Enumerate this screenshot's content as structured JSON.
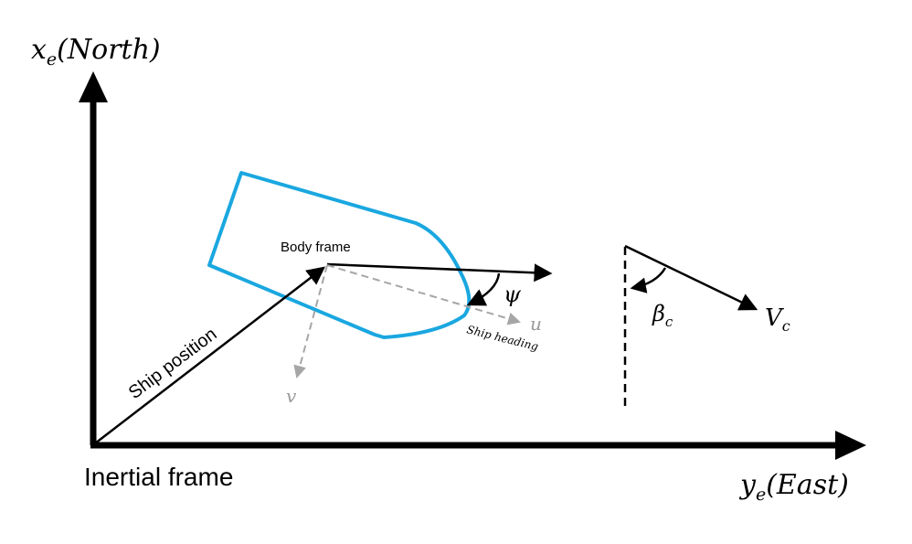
{
  "axes": {
    "north_symbol": "x",
    "north_sub": "e",
    "north_label": "(North)",
    "east_symbol": "y",
    "east_sub": "e",
    "east_label": "(East)"
  },
  "labels": {
    "inertial_frame": "Inertial frame",
    "body_frame": "Body frame",
    "ship_position": "Ship position",
    "ship_heading": "Ship heading",
    "u": "u",
    "v": "v",
    "psi": "ψ",
    "beta_symbol": "β",
    "beta_sub": "c",
    "current_symbol": "V",
    "current_sub": "c"
  },
  "colors": {
    "hull": "#1aa7e0",
    "axes": "#000000",
    "body_axes_dashed": "#a6a6a6",
    "text": "#000000"
  }
}
